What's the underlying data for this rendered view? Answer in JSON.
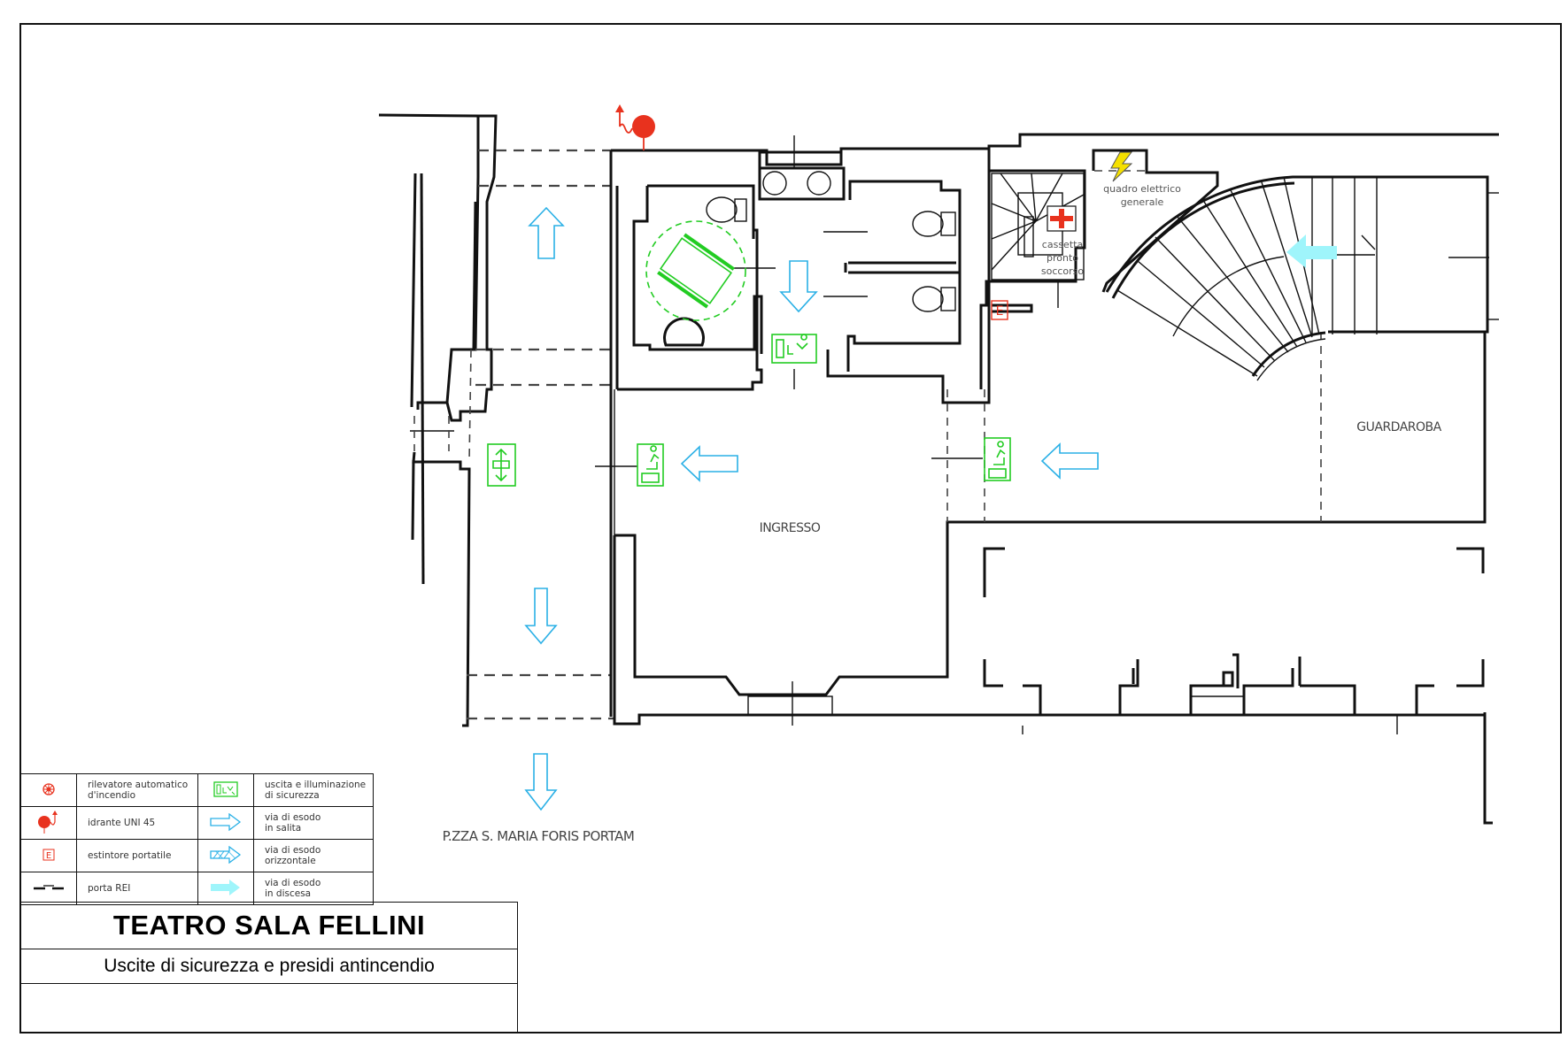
{
  "drawing": {
    "title": "TEATRO SALA FELLINI",
    "subtitle": "Uscite di sicurezza e presidi antincendio",
    "notes": ""
  },
  "rooms": {
    "ingresso": "INGRESSO",
    "guardaroba": "GUARDAROBA"
  },
  "annotations": {
    "quadro_line1": "quadro elettrico",
    "quadro_line2": "generale",
    "cassetta_line1": "cassetta",
    "cassetta_line2": "pronto",
    "cassetta_line3": "soccorso",
    "street": "P.ZZA S. MARIA FORIS PORTAM",
    "extinguisher_mark": "E"
  },
  "legend": {
    "rows": [
      {
        "left_icon": "fire-detector-icon",
        "left_line1": "rilevatore automatico",
        "left_line2": "d'incendio",
        "right_icon": "emergency-exit-light-icon",
        "right_line1": "uscita e illuminazione",
        "right_line2": "di sicurezza"
      },
      {
        "left_icon": "hydrant-icon",
        "left_line1": "idrante UNI 45",
        "left_line2": "",
        "right_icon": "escape-route-up-icon",
        "right_line1": "via di esodo",
        "right_line2": "in salita"
      },
      {
        "left_icon": "extinguisher-icon",
        "left_line1": "estintore portatile",
        "left_line2": "",
        "right_icon": "escape-route-horizontal-icon",
        "right_line1": "via di esodo",
        "right_line2": "orizzontale"
      },
      {
        "left_icon": "fire-door-icon",
        "left_line1": "porta REI",
        "left_line2": "",
        "right_icon": "escape-route-down-icon",
        "right_line1": "via di esodo",
        "right_line2": "in discesa"
      }
    ]
  },
  "colors": {
    "safety_red": "#e8321e",
    "exit_green": "#22cc22",
    "escape_cyan": "#2ab0e6",
    "descent_cyan": "#9ff5fb",
    "electric_yellow": "#f5e000",
    "wall": "#111111"
  }
}
